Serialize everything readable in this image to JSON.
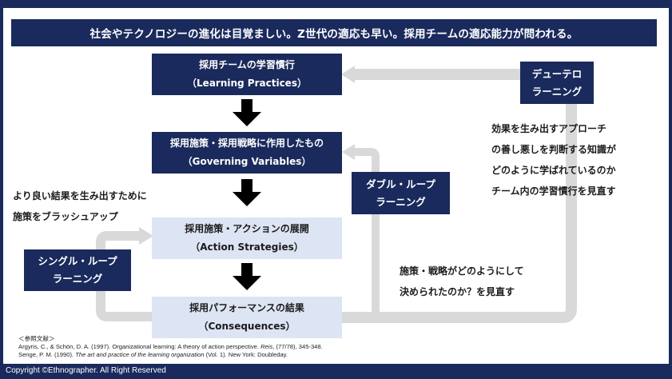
{
  "banner": "社会やテクノロジーの進化は目覚ましい。Z世代の適応も早い。採用チームの適応能力が問われる。",
  "boxes": {
    "learning": {
      "jp": "採用チームの学習慣行",
      "en": "（Learning Practices）"
    },
    "governing": {
      "jp": "採用施策・採用戦略に作用したもの",
      "en": "（Governing Variables）"
    },
    "action": {
      "jp": "採用施策・アクションの展開",
      "en": "（Action Strategies）"
    },
    "consequences": {
      "jp": "採用パフォーマンスの結果",
      "en": "（Consequences）"
    }
  },
  "labels": {
    "deutero": [
      "デューテロ",
      "ラーニング"
    ],
    "double": [
      "ダブル・ループ",
      "ラーニング"
    ],
    "single": [
      "シングル・ループ",
      "ラーニング"
    ]
  },
  "notes": {
    "deutero": [
      "効果を生み出すアプローチ",
      "の善し悪しを判断する知識が",
      "どのように学ばれているのか",
      "チーム内の学習慣行を見直す"
    ],
    "single": [
      "より良い結果を生み出すために",
      "施策をブラッシュアップ"
    ],
    "double": [
      "施策・戦略がどのようにして",
      "決められたのか？を見直す"
    ]
  },
  "references": {
    "heading": "＜参照文献＞",
    "ref1_pre": "Argyris, C., & Schön, D. A. (1997). Organizational learning: A theory of action perspective. ",
    "ref1_journal": "Reis",
    "ref1_post": ", (77/78), 345-348.",
    "ref2_pre": "Senge, P. M. (1990). ",
    "ref2_title": "The art and practice of the learning organization",
    "ref2_post": " (Vol. 1). New York: Doubleday."
  },
  "footer": "Copyright ©Ethnographer. All Right Reserved",
  "colors": {
    "navy": "#1a2a5c",
    "light_box": "#dde4f4",
    "loop_gray": "#d9d9d9",
    "arrow_black": "#000000"
  }
}
